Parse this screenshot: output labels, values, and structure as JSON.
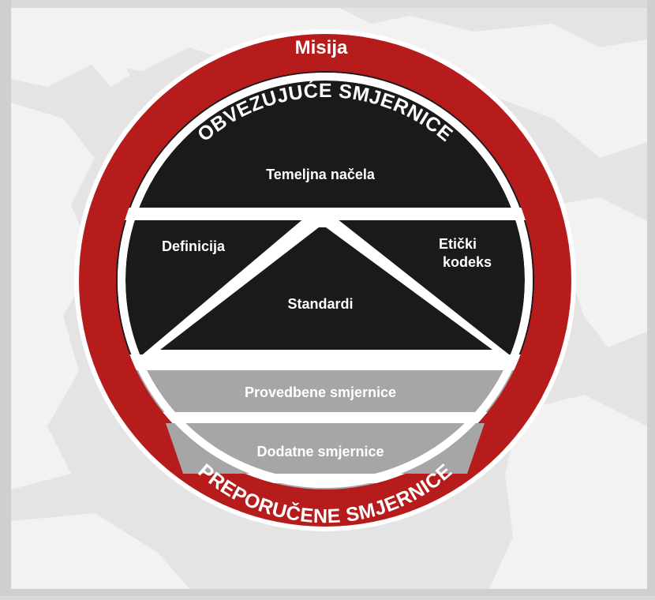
{
  "diagram": {
    "mission_label": "Misija",
    "mandatory_label": "OBVEZUJUĆE SMJERNICE",
    "recommended_label": "PREPORUČENE SMJERNICE",
    "sections": {
      "core_principles": "Temeljna načela",
      "definition": "Definicija",
      "ethics_line1": "Etički",
      "ethics_line2": "kodeks",
      "standards": "Standardi",
      "implementation_guidance": "Provedbene smjernice",
      "supplemental_guidance": "Dodatne smjernice"
    }
  },
  "colors": {
    "ring_red": "#b71c1c",
    "mandatory_black": "#1a1a1a",
    "recommended_gray": "#a6a6a6",
    "map_land": "#f2f2f2",
    "map_sea": "#dadada",
    "divider_white": "#ffffff"
  }
}
